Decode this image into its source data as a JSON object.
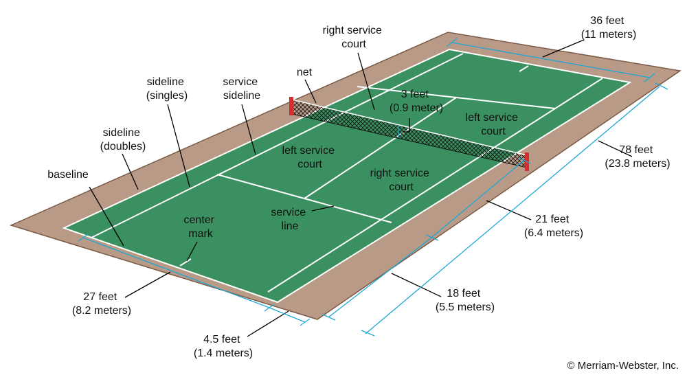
{
  "colors": {
    "surround": "#b89a86",
    "surround_edge": "#7a5a45",
    "court": "#3a9060",
    "lines": "#ffffff",
    "net_post": "#d32f2f",
    "dimension_lines": "#1fa7d6"
  },
  "labels": {
    "right_service_court_top": [
      "right service",
      "court"
    ],
    "net": "net",
    "three_feet": [
      "3 feet",
      "(0.9 meter)"
    ],
    "left_service_court_far": [
      "left service",
      "court"
    ],
    "sideline_singles": [
      "sideline",
      "(singles)"
    ],
    "service_sideline": [
      "service",
      "sideline"
    ],
    "sideline_doubles": [
      "sideline",
      "(doubles)"
    ],
    "baseline": "baseline",
    "left_service_court_near": [
      "left service",
      "court"
    ],
    "right_service_court_near": [
      "right service",
      "court"
    ],
    "service_line": [
      "service",
      "line"
    ],
    "center_mark": [
      "center",
      "mark"
    ]
  },
  "dimensions": {
    "width_36": [
      "36 feet",
      "(11 meters)"
    ],
    "length_78": [
      "78 feet",
      "(23.8 meters)"
    ],
    "service_21": [
      "21 feet",
      "(6.4 meters)"
    ],
    "backcourt_18": [
      "18 feet",
      "(5.5 meters)"
    ],
    "singles_27": [
      "27 feet",
      "(8.2 meters)"
    ],
    "alley_4_5": [
      "4.5 feet",
      "(1.4 meters)"
    ]
  },
  "credit": "© Merriam-Webster, Inc."
}
